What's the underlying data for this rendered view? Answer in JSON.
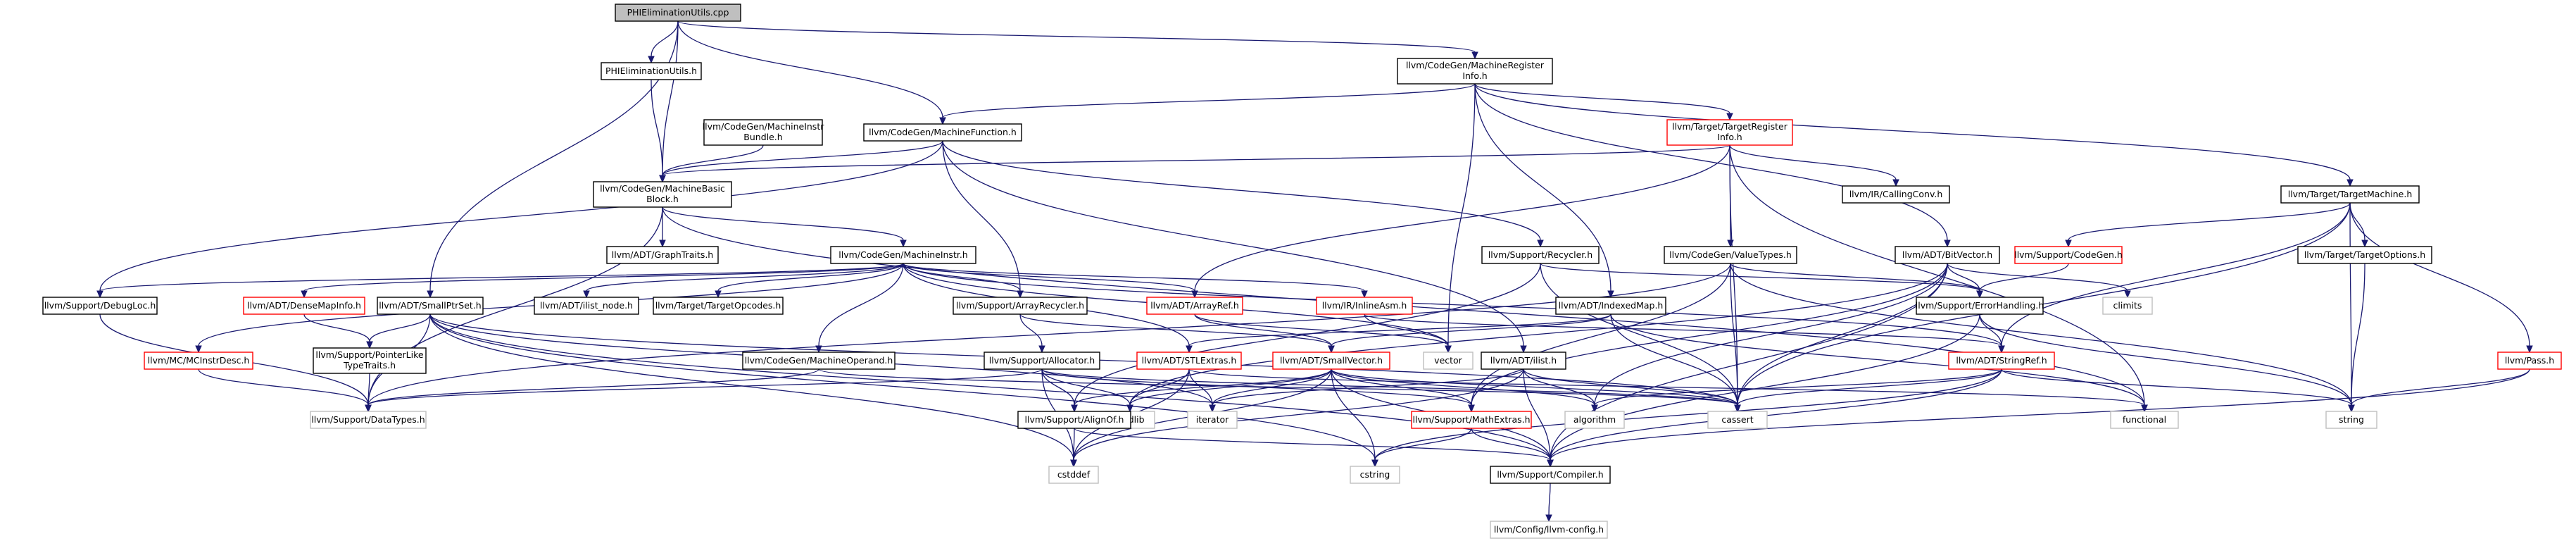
{
  "colors": {
    "edge": "#191970",
    "normal_border": "#000000",
    "red_border": "#ff0000",
    "gray_border": "#bfbfbf",
    "root_fill": "#bfbfbf",
    "fill": "#ffffff"
  },
  "nodes": [
    {
      "id": "root",
      "lines": [
        "PHIEliminationUtils.cpp"
      ],
      "style": "root"
    },
    {
      "id": "phiutils_h",
      "lines": [
        "PHIEliminationUtils.h"
      ],
      "style": "normal"
    },
    {
      "id": "mri",
      "lines": [
        "llvm/CodeGen/MachineRegister",
        "Info.h"
      ],
      "style": "normal"
    },
    {
      "id": "mibundle",
      "lines": [
        "llvm/CodeGen/MachineInstr",
        "Bundle.h"
      ],
      "style": "normal"
    },
    {
      "id": "mf",
      "lines": [
        "llvm/CodeGen/MachineFunction.h"
      ],
      "style": "normal"
    },
    {
      "id": "tri",
      "lines": [
        "llvm/Target/TargetRegister",
        "Info.h"
      ],
      "style": "red"
    },
    {
      "id": "mbb",
      "lines": [
        "llvm/CodeGen/MachineBasic",
        "Block.h"
      ],
      "style": "normal"
    },
    {
      "id": "callingconv",
      "lines": [
        "llvm/IR/CallingConv.h"
      ],
      "style": "normal"
    },
    {
      "id": "tm",
      "lines": [
        "llvm/Target/TargetMachine.h"
      ],
      "style": "normal"
    },
    {
      "id": "graphtraits",
      "lines": [
        "llvm/ADT/GraphTraits.h"
      ],
      "style": "normal"
    },
    {
      "id": "mi",
      "lines": [
        "llvm/CodeGen/MachineInstr.h"
      ],
      "style": "normal"
    },
    {
      "id": "recycler",
      "lines": [
        "llvm/Support/Recycler.h"
      ],
      "style": "normal"
    },
    {
      "id": "valuetypes",
      "lines": [
        "llvm/CodeGen/ValueTypes.h"
      ],
      "style": "normal"
    },
    {
      "id": "bitvector",
      "lines": [
        "llvm/ADT/BitVector.h"
      ],
      "style": "normal"
    },
    {
      "id": "codegen",
      "lines": [
        "llvm/Support/CodeGen.h"
      ],
      "style": "red"
    },
    {
      "id": "targetoptions",
      "lines": [
        "llvm/Target/TargetOptions.h"
      ],
      "style": "normal"
    },
    {
      "id": "debugloc",
      "lines": [
        "llvm/Support/DebugLoc.h"
      ],
      "style": "normal"
    },
    {
      "id": "densemapinfo",
      "lines": [
        "llvm/ADT/DenseMapInfo.h"
      ],
      "style": "red"
    },
    {
      "id": "smallptrset",
      "lines": [
        "llvm/ADT/SmallPtrSet.h"
      ],
      "style": "normal"
    },
    {
      "id": "ilistnode",
      "lines": [
        "llvm/ADT/ilist_node.h"
      ],
      "style": "normal"
    },
    {
      "id": "targetopcodes",
      "lines": [
        "llvm/Target/TargetOpcodes.h"
      ],
      "style": "normal"
    },
    {
      "id": "arrayrecycler",
      "lines": [
        "llvm/Support/ArrayRecycler.h"
      ],
      "style": "normal"
    },
    {
      "id": "arrayref",
      "lines": [
        "llvm/ADT/ArrayRef.h"
      ],
      "style": "red"
    },
    {
      "id": "inlineasm",
      "lines": [
        "llvm/IR/InlineAsm.h"
      ],
      "style": "red"
    },
    {
      "id": "indexedmap",
      "lines": [
        "llvm/ADT/IndexedMap.h"
      ],
      "style": "normal"
    },
    {
      "id": "errorhandling",
      "lines": [
        "llvm/Support/ErrorHandling.h"
      ],
      "style": "normal"
    },
    {
      "id": "climits",
      "lines": [
        "climits"
      ],
      "style": "gray"
    },
    {
      "id": "mcinstrdesc",
      "lines": [
        "llvm/MC/MCInstrDesc.h"
      ],
      "style": "red"
    },
    {
      "id": "pointerlike",
      "lines": [
        "llvm/Support/PointerLike",
        "TypeTraits.h"
      ],
      "style": "normal"
    },
    {
      "id": "moperand",
      "lines": [
        "llvm/CodeGen/MachineOperand.h"
      ],
      "style": "normal"
    },
    {
      "id": "allocator",
      "lines": [
        "llvm/Support/Allocator.h"
      ],
      "style": "normal"
    },
    {
      "id": "stlextras",
      "lines": [
        "llvm/ADT/STLExtras.h"
      ],
      "style": "red"
    },
    {
      "id": "smallvector",
      "lines": [
        "llvm/ADT/SmallVector.h"
      ],
      "style": "red"
    },
    {
      "id": "vector",
      "lines": [
        "vector"
      ],
      "style": "gray"
    },
    {
      "id": "ilist",
      "lines": [
        "llvm/ADT/ilist.h"
      ],
      "style": "normal"
    },
    {
      "id": "stringref",
      "lines": [
        "llvm/ADT/StringRef.h"
      ],
      "style": "red"
    },
    {
      "id": "pass",
      "lines": [
        "llvm/Pass.h"
      ],
      "style": "red"
    },
    {
      "id": "datatypes",
      "lines": [
        "llvm/Support/DataTypes.h"
      ],
      "style": "gray"
    },
    {
      "id": "cstdlib",
      "lines": [
        "cstdlib"
      ],
      "style": "gray"
    },
    {
      "id": "iterator",
      "lines": [
        "iterator"
      ],
      "style": "gray"
    },
    {
      "id": "alignof",
      "lines": [
        "llvm/Support/AlignOf.h"
      ],
      "style": "normal"
    },
    {
      "id": "mathextras",
      "lines": [
        "llvm/Support/MathExtras.h"
      ],
      "style": "red"
    },
    {
      "id": "algorithm",
      "lines": [
        "algorithm"
      ],
      "style": "gray"
    },
    {
      "id": "cassert",
      "lines": [
        "cassert"
      ],
      "style": "gray"
    },
    {
      "id": "functional",
      "lines": [
        "functional"
      ],
      "style": "gray"
    },
    {
      "id": "string",
      "lines": [
        "string"
      ],
      "style": "gray"
    },
    {
      "id": "cstddef",
      "lines": [
        "cstddef"
      ],
      "style": "gray"
    },
    {
      "id": "cstring",
      "lines": [
        "cstring"
      ],
      "style": "gray"
    },
    {
      "id": "compiler",
      "lines": [
        "llvm/Support/Compiler.h"
      ],
      "style": "normal"
    },
    {
      "id": "config",
      "lines": [
        "llvm/Config/llvm-config.h"
      ],
      "style": "gray"
    }
  ],
  "edges": [
    [
      "root",
      "phiutils_h"
    ],
    [
      "root",
      "mri"
    ],
    [
      "root",
      "mf"
    ],
    [
      "root",
      "mbb"
    ],
    [
      "root",
      "smallptrset"
    ],
    [
      "phiutils_h",
      "mbb"
    ],
    [
      "mri",
      "tri"
    ],
    [
      "mri",
      "tm"
    ],
    [
      "mri",
      "bitvector"
    ],
    [
      "mri",
      "indexedmap"
    ],
    [
      "mri",
      "vector"
    ],
    [
      "mri",
      "mf"
    ],
    [
      "mibundle",
      "mbb"
    ],
    [
      "mf",
      "mbb"
    ],
    [
      "mf",
      "recycler"
    ],
    [
      "mf",
      "arrayrecycler"
    ],
    [
      "mf",
      "debugloc"
    ],
    [
      "mf",
      "ilist"
    ],
    [
      "tri",
      "mbb"
    ],
    [
      "tri",
      "callingconv"
    ],
    [
      "tri",
      "valuetypes"
    ],
    [
      "tri",
      "arrayref"
    ],
    [
      "tri",
      "cassert"
    ],
    [
      "tri",
      "functional"
    ],
    [
      "mbb",
      "graphtraits"
    ],
    [
      "mbb",
      "mi"
    ],
    [
      "mbb",
      "datatypes"
    ],
    [
      "mbb",
      "functional"
    ],
    [
      "tm",
      "codegen"
    ],
    [
      "tm",
      "targetoptions"
    ],
    [
      "tm",
      "pass"
    ],
    [
      "tm",
      "stringref"
    ],
    [
      "tm",
      "string"
    ],
    [
      "tm",
      "cassert"
    ],
    [
      "mi",
      "debugloc"
    ],
    [
      "mi",
      "densemapinfo"
    ],
    [
      "mi",
      "ilistnode"
    ],
    [
      "mi",
      "targetopcodes"
    ],
    [
      "mi",
      "arrayrecycler"
    ],
    [
      "mi",
      "arrayref"
    ],
    [
      "mi",
      "inlineasm"
    ],
    [
      "mi",
      "moperand"
    ],
    [
      "mi",
      "mcinstrdesc"
    ],
    [
      "mi",
      "stlextras"
    ],
    [
      "mi",
      "stringref"
    ],
    [
      "mi",
      "vector"
    ],
    [
      "recycler",
      "alignof"
    ],
    [
      "recycler",
      "errorhandling"
    ],
    [
      "recycler",
      "cassert"
    ],
    [
      "valuetypes",
      "mathextras"
    ],
    [
      "valuetypes",
      "errorhandling"
    ],
    [
      "valuetypes",
      "cassert"
    ],
    [
      "valuetypes",
      "string"
    ],
    [
      "valuetypes",
      "datatypes"
    ],
    [
      "bitvector",
      "mathextras"
    ],
    [
      "bitvector",
      "errorhandling"
    ],
    [
      "bitvector",
      "cassert"
    ],
    [
      "bitvector",
      "climits"
    ],
    [
      "bitvector",
      "cstdlib"
    ],
    [
      "bitvector",
      "algorithm"
    ],
    [
      "bitvector",
      "compiler"
    ],
    [
      "codegen",
      "errorhandling"
    ],
    [
      "targetoptions",
      "string"
    ],
    [
      "debugloc",
      "datatypes"
    ],
    [
      "densemapinfo",
      "pointerlike"
    ],
    [
      "smallptrset",
      "pointerlike"
    ],
    [
      "smallptrset",
      "datatypes"
    ],
    [
      "smallptrset",
      "compiler"
    ],
    [
      "smallptrset",
      "cassert"
    ],
    [
      "smallptrset",
      "iterator"
    ],
    [
      "smallptrset",
      "cstddef"
    ],
    [
      "smallptrset",
      "cstring"
    ],
    [
      "arrayrecycler",
      "allocator"
    ],
    [
      "arrayrecycler",
      "smallvector"
    ],
    [
      "arrayref",
      "smallvector"
    ],
    [
      "arrayref",
      "vector"
    ],
    [
      "inlineasm",
      "stringref"
    ],
    [
      "inlineasm",
      "vector"
    ],
    [
      "indexedmap",
      "stlextras"
    ],
    [
      "indexedmap",
      "smallvector"
    ],
    [
      "indexedmap",
      "cassert"
    ],
    [
      "indexedmap",
      "functional"
    ],
    [
      "errorhandling",
      "stringref"
    ],
    [
      "errorhandling",
      "compiler"
    ],
    [
      "errorhandling",
      "string"
    ],
    [
      "mcinstrdesc",
      "datatypes"
    ],
    [
      "pointerlike",
      "datatypes"
    ],
    [
      "moperand",
      "datatypes"
    ],
    [
      "moperand",
      "cassert"
    ],
    [
      "allocator",
      "alignof"
    ],
    [
      "allocator",
      "datatypes"
    ],
    [
      "allocator",
      "mathextras"
    ],
    [
      "allocator",
      "cstddef"
    ],
    [
      "allocator",
      "cassert"
    ],
    [
      "allocator",
      "cstdlib"
    ],
    [
      "stlextras",
      "cstdlib"
    ],
    [
      "stlextras",
      "iterator"
    ],
    [
      "stlextras",
      "cstddef"
    ],
    [
      "stlextras",
      "functional"
    ],
    [
      "smallvector",
      "alignof"
    ],
    [
      "smallvector",
      "compiler"
    ],
    [
      "smallvector",
      "mathextras"
    ],
    [
      "smallvector",
      "algorithm"
    ],
    [
      "smallvector",
      "cassert"
    ],
    [
      "smallvector",
      "cstddef"
    ],
    [
      "smallvector",
      "cstdlib"
    ],
    [
      "smallvector",
      "cstring"
    ],
    [
      "smallvector",
      "iterator"
    ],
    [
      "ilist",
      "compiler"
    ],
    [
      "ilist",
      "algorithm"
    ],
    [
      "ilist",
      "cassert"
    ],
    [
      "ilist",
      "cstddef"
    ],
    [
      "ilist",
      "iterator"
    ],
    [
      "stringref",
      "compiler"
    ],
    [
      "stringref",
      "algorithm"
    ],
    [
      "stringref",
      "cassert"
    ],
    [
      "stringref",
      "cstring"
    ],
    [
      "stringref",
      "string"
    ],
    [
      "pass",
      "string"
    ],
    [
      "pass",
      "compiler"
    ],
    [
      "alignof",
      "compiler"
    ],
    [
      "alignof",
      "cstddef"
    ],
    [
      "mathextras",
      "compiler"
    ],
    [
      "mathextras",
      "cstring"
    ],
    [
      "compiler",
      "config"
    ]
  ]
}
